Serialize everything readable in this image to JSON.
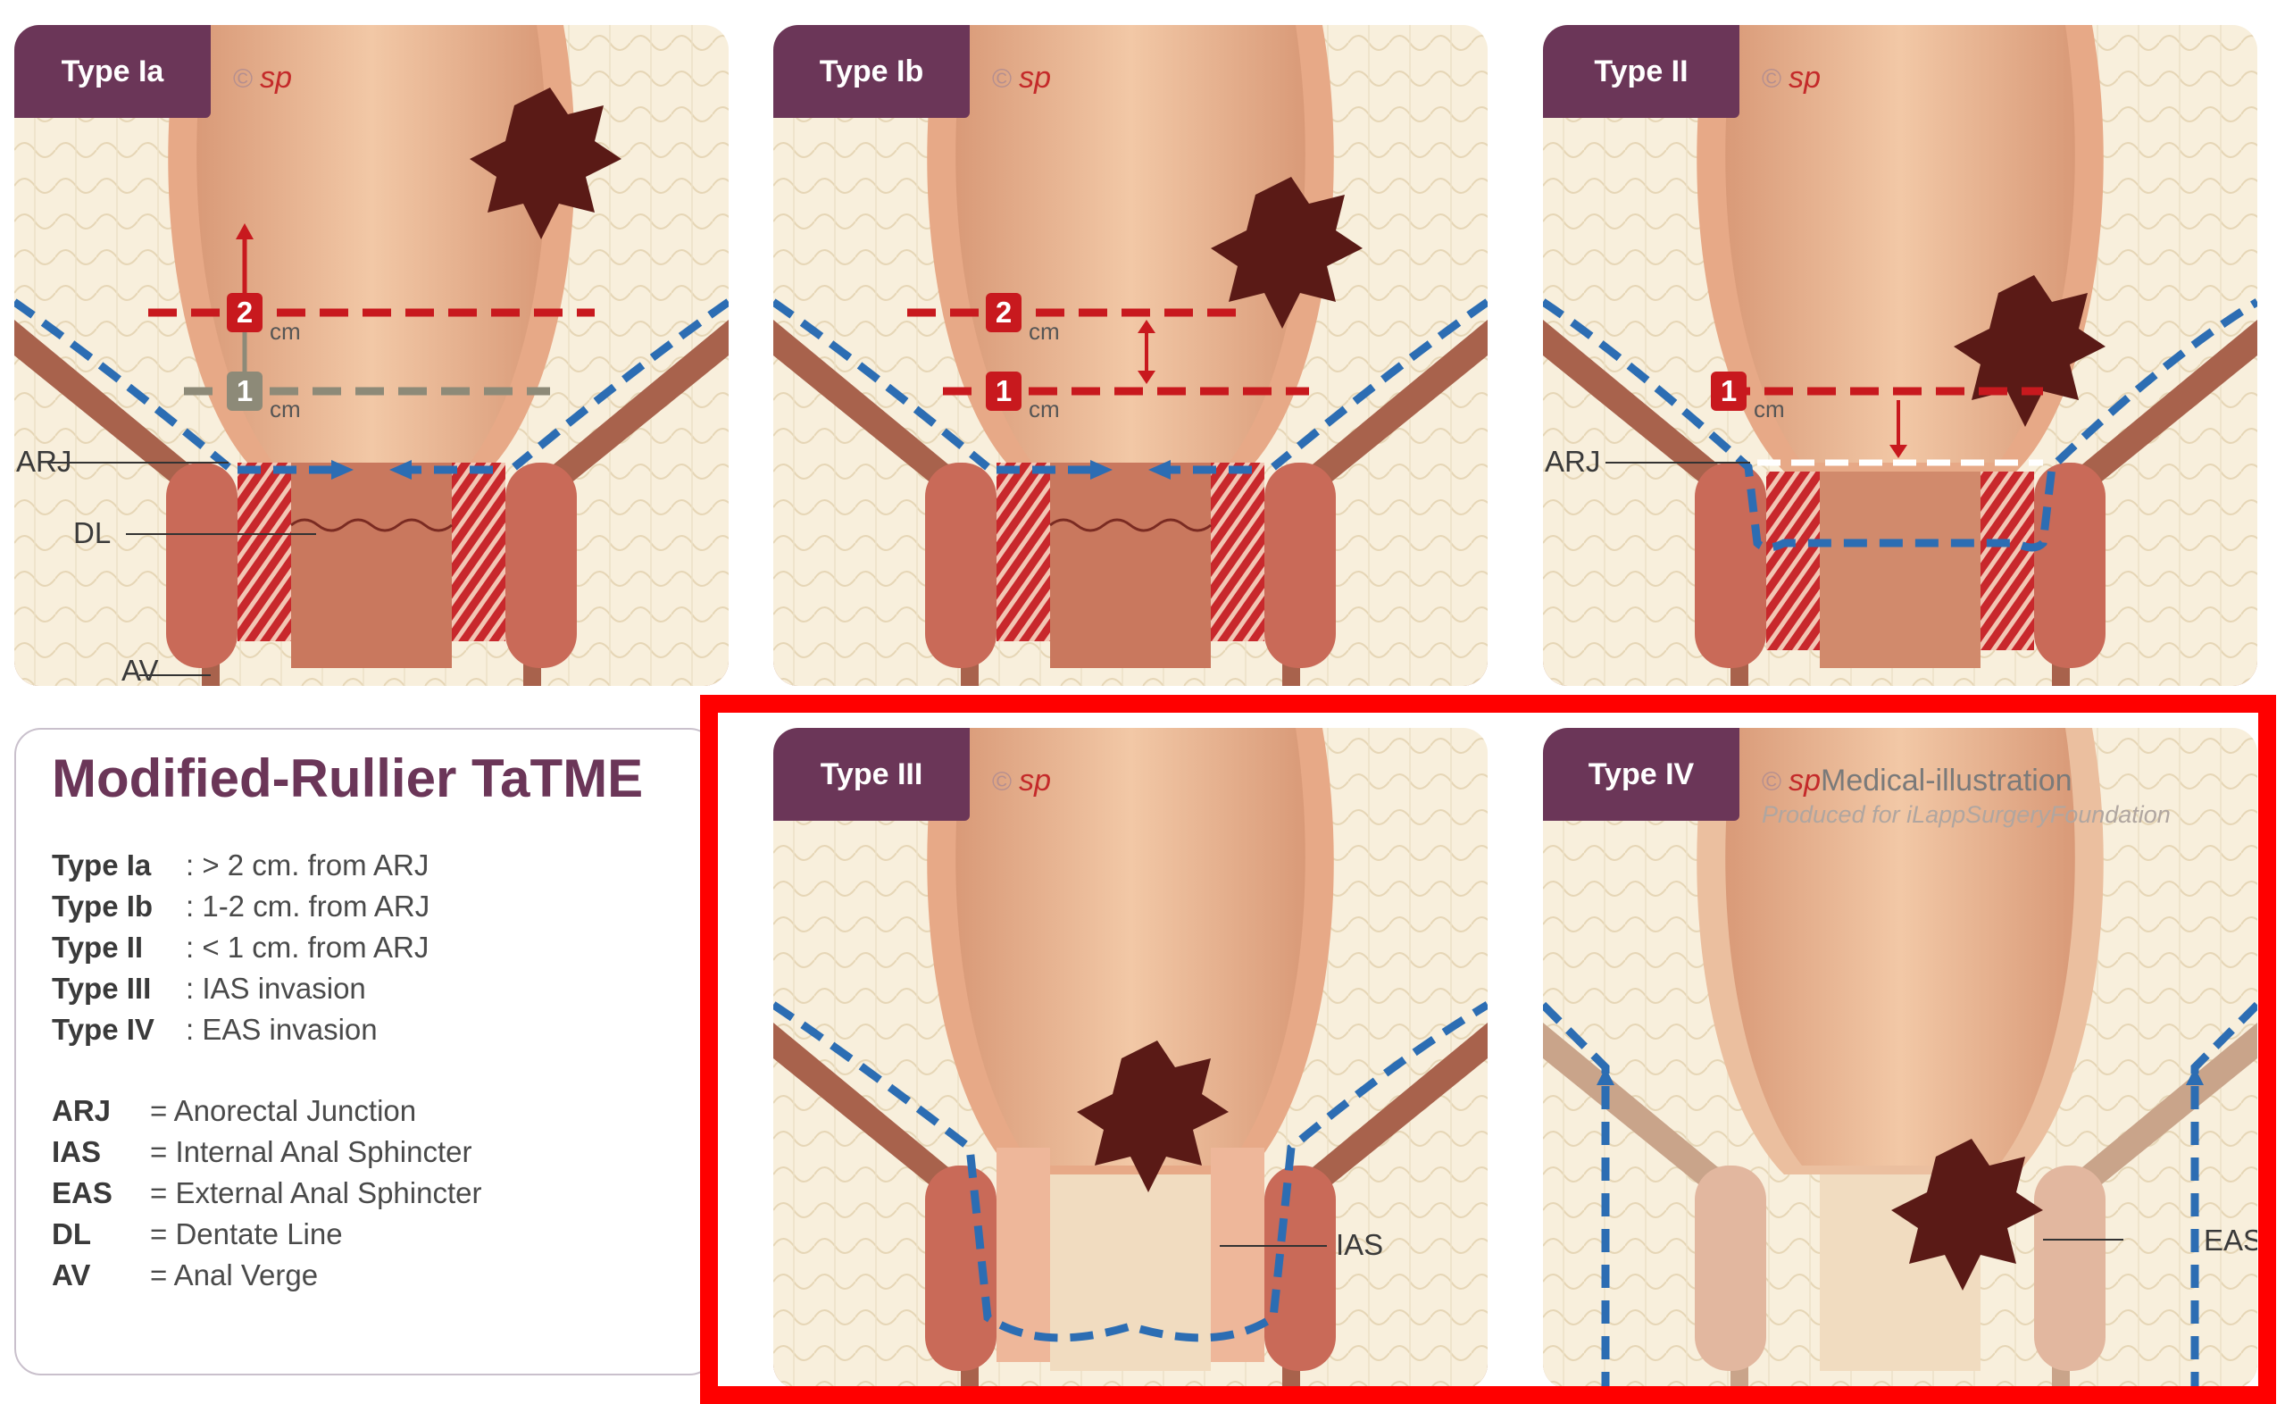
{
  "panels": [
    {
      "id": "type-ia",
      "label": "Type Ia",
      "copyright": "©",
      "credit": "sp",
      "markers": [
        "2",
        "1"
      ],
      "units": [
        "cm",
        "cm"
      ],
      "annotations": [
        "ARJ",
        "DL",
        "AV"
      ]
    },
    {
      "id": "type-ib",
      "label": "Type Ib",
      "copyright": "©",
      "credit": "sp",
      "markers": [
        "2",
        "1"
      ],
      "units": [
        "cm",
        "cm"
      ]
    },
    {
      "id": "type-ii",
      "label": "Type II",
      "copyright": "©",
      "credit": "sp",
      "markers": [
        "1"
      ],
      "units": [
        "cm"
      ],
      "annotations": [
        "ARJ"
      ]
    },
    {
      "id": "type-iii",
      "label": "Type III",
      "copyright": "©",
      "credit": "sp",
      "annotations": [
        "IAS"
      ]
    },
    {
      "id": "type-iv",
      "label": "Type IV",
      "copyright": "©",
      "credit": "sp",
      "credit_ext": "Medical-illustration",
      "credit_sub": "Produced for iLappSurgeryFoundation",
      "annotations": [
        "EAS"
      ]
    }
  ],
  "legend": {
    "title": "Modified-Rullier TaTME",
    "types": [
      {
        "key": "Type Ia",
        "desc": ": > 2 cm. from ARJ"
      },
      {
        "key": "Type Ib",
        "desc": ": 1-2 cm. from ARJ"
      },
      {
        "key": "Type II",
        "desc": ": < 1 cm. from ARJ"
      },
      {
        "key": "Type III",
        "desc": ": IAS invasion"
      },
      {
        "key": "Type IV",
        "desc": ": EAS invasion"
      }
    ],
    "abbreviations": [
      {
        "key": "ARJ",
        "desc": "= Anorectal Junction"
      },
      {
        "key": "IAS",
        "desc": "= Internal Anal Sphincter"
      },
      {
        "key": "EAS",
        "desc": "= External Anal Sphincter"
      },
      {
        "key": "DL",
        "desc": "= Dentate Line"
      },
      {
        "key": "AV",
        "desc": "= Anal Verge"
      }
    ]
  },
  "colors": {
    "tag": "#6b3658",
    "rectum": "#e7b48f",
    "tumor": "#5a1a16",
    "fat": "#f6ecd8",
    "muscle": "#b5574a",
    "dissection_line": "#2c6db3",
    "level_line": "#c8191e",
    "highlight_frame": "#ff0000"
  }
}
